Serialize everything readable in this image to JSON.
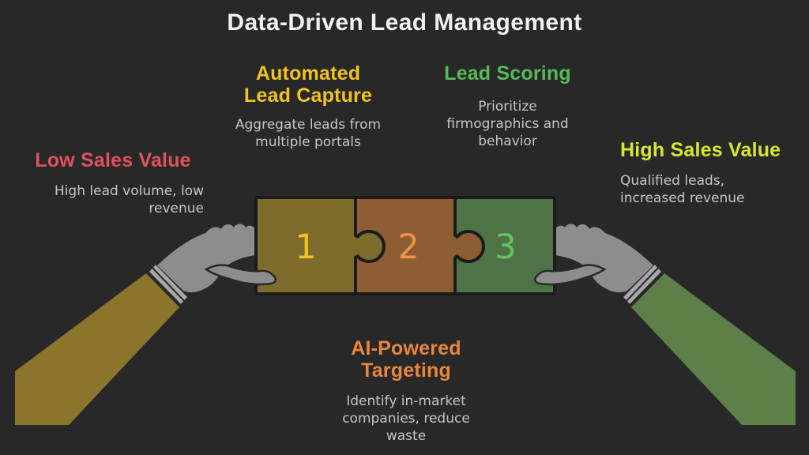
{
  "title": "Data-Driven Lead Management",
  "steps": [
    {
      "number": "1",
      "label_lines": [
        "Automated",
        "Lead Capture"
      ],
      "desc_lines": [
        "Aggregate leads from",
        "multiple portals"
      ],
      "accent_color": "#f0c320",
      "piece_color": "#7d6c2b",
      "number_color": "#f2c31d"
    },
    {
      "number": "2",
      "label_lines": [
        "AI-Powered",
        "Targeting"
      ],
      "desc_lines": [
        "Identify in-market",
        "companies, reduce",
        "waste"
      ],
      "accent_color": "#e8873c",
      "piece_color": "#8d5e34",
      "number_color": "#ef9245"
    },
    {
      "number": "3",
      "label_lines": [
        "Lead Scoring"
      ],
      "desc_lines": [
        "Prioritize",
        "firmographics and",
        "behavior"
      ],
      "accent_color": "#58ba56",
      "piece_color": "#4f7347",
      "number_color": "#60c55e"
    }
  ],
  "outcomes": {
    "low": {
      "title": "Low Sales Value",
      "desc_lines": [
        "High lead volume, low",
        "revenue"
      ],
      "accent_color": "#e0525e"
    },
    "high": {
      "title": "High Sales Value",
      "desc_lines": [
        "Qualified leads,",
        "increased revenue"
      ],
      "accent_color": "#d8e62e"
    }
  },
  "colors": {
    "background": "#282828",
    "title_text": "#f3f1f0",
    "body_text": "#c8c6c4",
    "outline": "#1b1b1b",
    "hand": "#8d8d8d",
    "cuff": "#a8a8a8",
    "left_sleeve": "#8b752c",
    "right_sleeve": "#5d7f48"
  }
}
